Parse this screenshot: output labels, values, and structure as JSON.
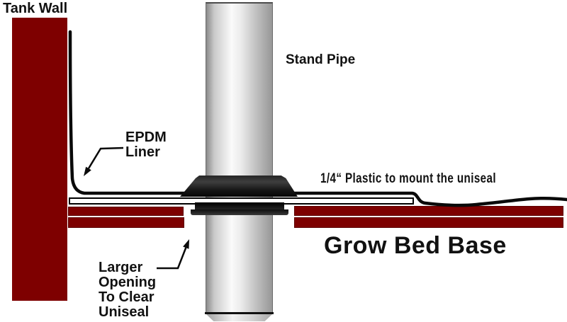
{
  "diagram": {
    "labels": {
      "tank_wall": "Tank Wall",
      "stand_pipe": "Stand Pipe",
      "epdm_liner": "EPDM\nLiner",
      "plastic_mount": "1/4“ Plastic to mount the uniseal",
      "grow_bed_base": "Grow Bed Base",
      "larger_opening": "Larger\nOpening\nTo Clear\nUniseal"
    },
    "colors": {
      "background": "#ffffff",
      "tank_and_bed_red": "#7e0000",
      "liner_black": "#0a0a0a",
      "uniseal_black": "#1a1a1a",
      "pipe_gray_edge": "#8a8a8a",
      "pipe_gray_highlight": "#fafafa",
      "text_black": "#111111"
    }
  }
}
